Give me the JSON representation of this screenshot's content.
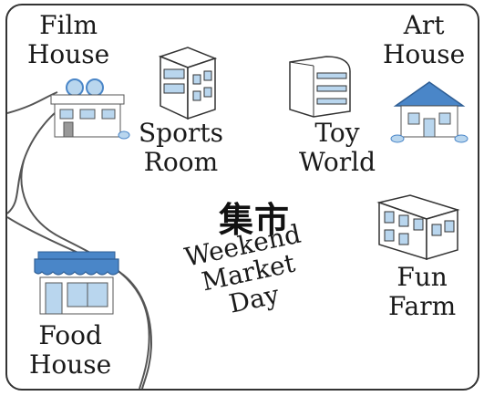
{
  "places": {
    "film_house": {
      "line1": "Film",
      "line2": "House"
    },
    "sports_room": {
      "line1": "Sports",
      "line2": "Room"
    },
    "toy_world": {
      "line1": "Toy",
      "line2": "World"
    },
    "art_house": {
      "line1": "Art",
      "line2": "House"
    },
    "fun_farm": {
      "line1": "Fun",
      "line2": "Farm"
    },
    "food_house": {
      "line1": "Food",
      "line2": "House"
    }
  },
  "market": {
    "chinese": "集市",
    "line1": "Weekend",
    "line2": "Market",
    "line3": "Day"
  },
  "colors": {
    "roof_blue": "#4a86c8",
    "glass_blue": "#b9d6ee",
    "outline": "#333333"
  }
}
